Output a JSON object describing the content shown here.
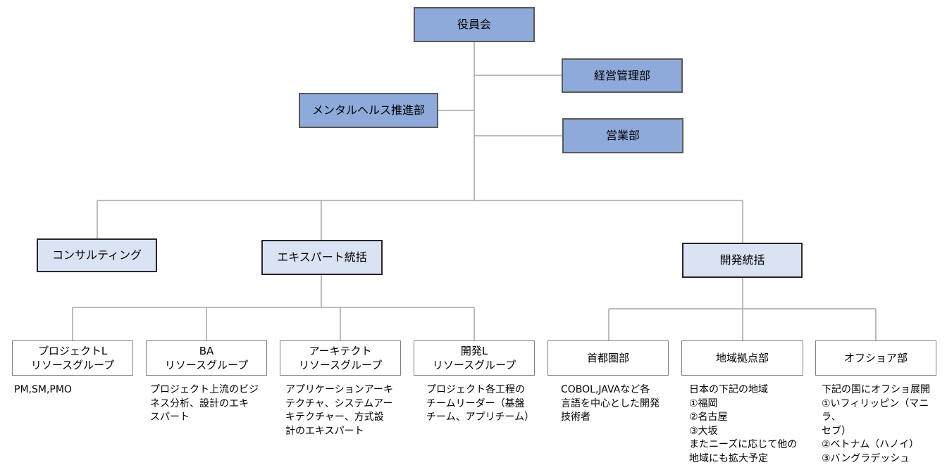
{
  "boxes": {
    "board": "役員会",
    "mgmt": "経営管理部",
    "mental": "メンタルヘルス推進部",
    "sales": "営業部",
    "consulting": "コンサルティング",
    "expert": "エキスパート統括",
    "dev": "開発統括",
    "pml": "プロジェクトL\nリソースグループ",
    "ba": "BA\nリソースグループ",
    "arch": "アーキテクト\nリソースグループ",
    "devl": "開発L\nリソースグループ",
    "metro": "首都圏部",
    "regional": "地域拠点部",
    "offshore": "オフショア部"
  },
  "descriptions": {
    "pml": "PM,SM,PMO",
    "ba": "プロジェクト上流のビジ\nネス分析、設計のエキ\nスパート",
    "arch": "アプリケーションアーキ\nテクチャ、システムアー\nキテクチャー、方式設\n計のエキスパート",
    "devl": "プロジェクト各工程の\nチームリーダー（基盤\nチーム、アプリチーム）",
    "metro": "COBOL,JAVAなど各\n言語を中心とした開発\n技術者",
    "regional": "日本の下記の地域\n①福岡\n②名古屋\n③大坂\nまたニーズに応じて他の\n地域にも拡大予定",
    "offshore": "下記の国にオフショ展開\n①いフィリッピン（マニラ、\nセブ）\n②ベトナム（ハノイ）\n③バングラデッシュ"
  },
  "colors": {
    "connector": "#a6a6a6",
    "dark_fill": "#8eaadb",
    "mid_fill": "#dae3f3"
  }
}
